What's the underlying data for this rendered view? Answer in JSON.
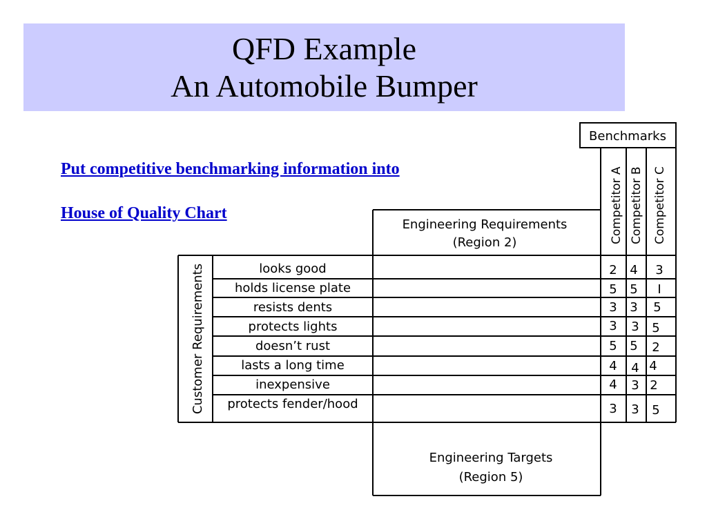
{
  "slide": {
    "title_line1": "QFD Example",
    "title_line2": "An Automobile Bumper"
  },
  "instruction": {
    "line1": "Put competitive benchmarking information into",
    "line2": "House of Quality Chart"
  },
  "chart": {
    "benchmarks_header": "Benchmarks",
    "competitors": [
      "Competitor A",
      "Competitor B",
      "Competitor C"
    ],
    "region2_line1": "Engineering Requirements",
    "region2_line2": "(Region 2)",
    "region5_line1": "Engineering Targets",
    "region5_line2": "(Region 5)",
    "customer_requirements_label": "Customer Requirements",
    "rows": [
      {
        "req": "looks good",
        "a": "2",
        "b": "4",
        "c": "3"
      },
      {
        "req": "holds license plate",
        "a": "5",
        "b": "5",
        "c": "I"
      },
      {
        "req": "resists dents",
        "a": "3",
        "b": "3",
        "c": "5"
      },
      {
        "req": "protects lights",
        "a": "3",
        "b": "3",
        "c": "5"
      },
      {
        "req": "doesn’t rust",
        "a": "5",
        "b": "5",
        "c": "2"
      },
      {
        "req": "lasts a long time",
        "a": "4",
        "b": "4",
        "c": "4"
      },
      {
        "req": "inexpensive",
        "a": "4",
        "b": "3",
        "c": "2"
      },
      {
        "req": "protects fender/hood",
        "a": "3",
        "b": "3",
        "c": "5"
      }
    ]
  }
}
